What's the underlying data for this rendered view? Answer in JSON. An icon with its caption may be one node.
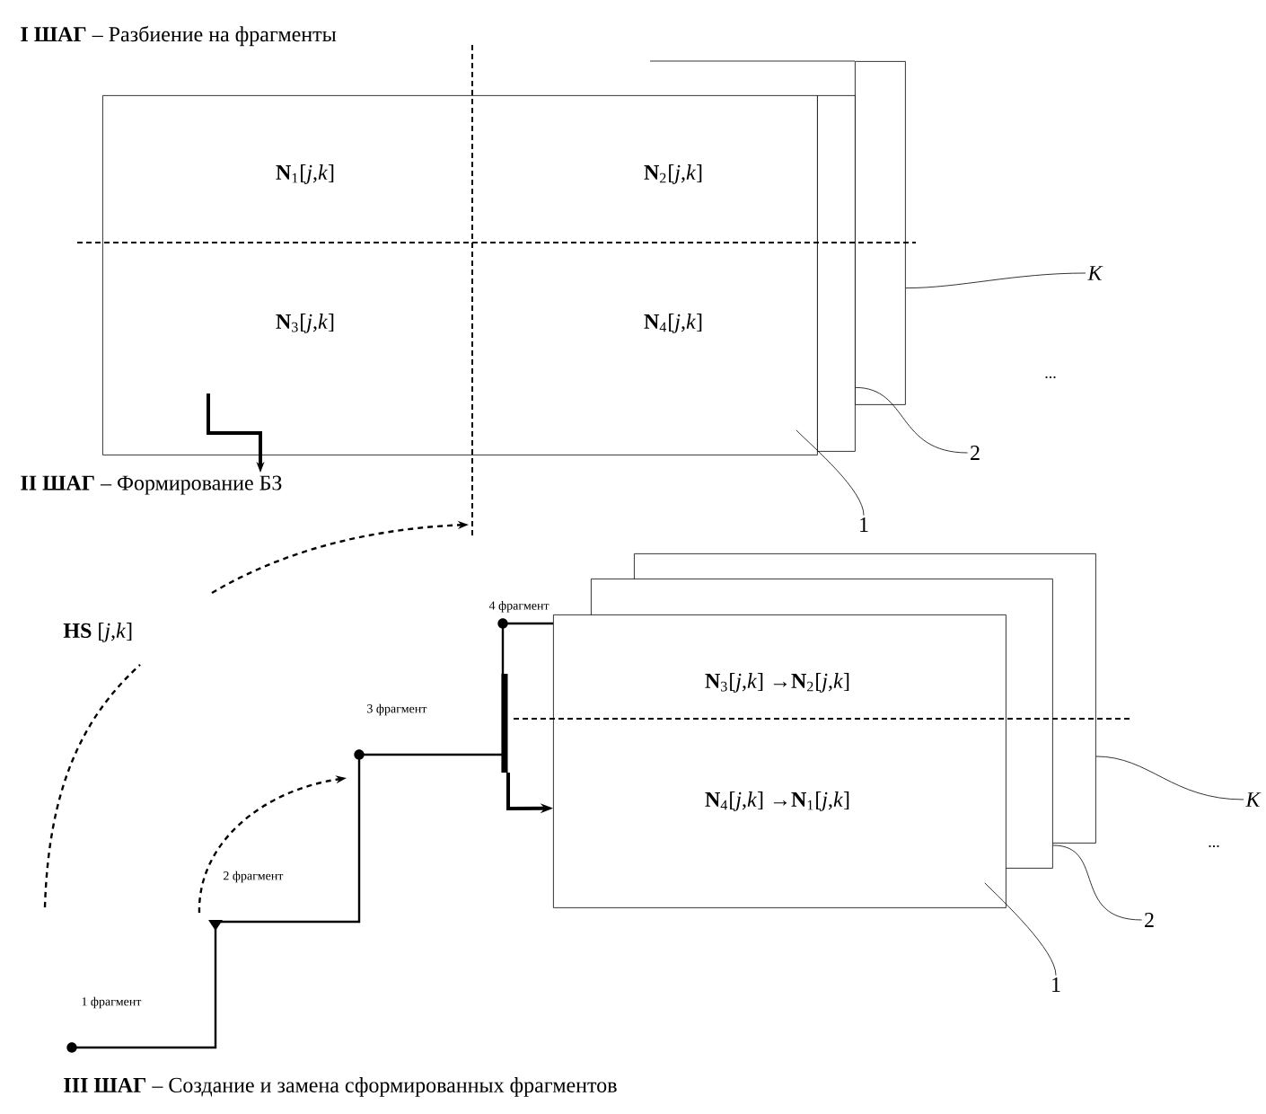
{
  "diagram": {
    "nodes": [
      {
        "text": [
          "**N**$_{1}$[*j*,*k*]",
          "**N**$_{2}$[*j*,*k*]",
          "**N**$_{3}$[*j*,*k*]",
          "**N**$_{4}$[*j*,*k*]"
        ]
      },
      {
        "text": [],
        "shape": "box"
      },
      {
        "text": [],
        "shape": "box"
      },
      {
        "text": [
          "*K*"
        ]
      },
      {
        "text": [
          "2"
        ]
      },
      {
        "text": [
          "1"
        ]
      },
      {
        "text": [],
        "shape": "box"
      },
      {
        "text": [],
        "shape": "box"
      },
      {
        "text": [
          "**N**$_{3}$[*j*,*k*] →**N**$_{2}$[*j*,*k*]",
          "**N**$_{4}$[*j*,*k*] →**N**$_{1}$[*j*,*k*]"
        ]
      },
      {
        "text": [
          "*K*"
        ]
      },
      {
        "text": [
          "2"
        ]
      },
      {
        "text": [
          "1"
        ]
      }
    ],
    "edges": [
      {
        "from": 3,
        "to": 2,
        "arrow": "none"
      },
      {
        "from": 4,
        "to": 1,
        "arrow": "none"
      },
      {
        "from": 5,
        "to": 0,
        "arrow": "none"
      },
      {
        "from": 9,
        "to": 6,
        "arrow": "none"
      },
      {
        "from": 10,
        "to": 7,
        "arrow": "none"
      },
      {
        "from": 11,
        "to": 8,
        "arrow": "none"
      },
      {
        "from": null,
        "to": 8,
        "arrow": "to",
        "style": "thick"
      }
    ],
    "labels": [
      "**I ШАГ** – Разбиение на фрагменты",
      "...",
      "**II ШАГ** – Формирование БЗ",
      "**HS** [*j*,*k*]",
      "4 фрагмент",
      "3 фрагмент",
      "...",
      "2 фрагмент",
      "1 фрагмент",
      "**III ШАГ** – Создание и замена сформированных фрагментов"
    ]
  }
}
